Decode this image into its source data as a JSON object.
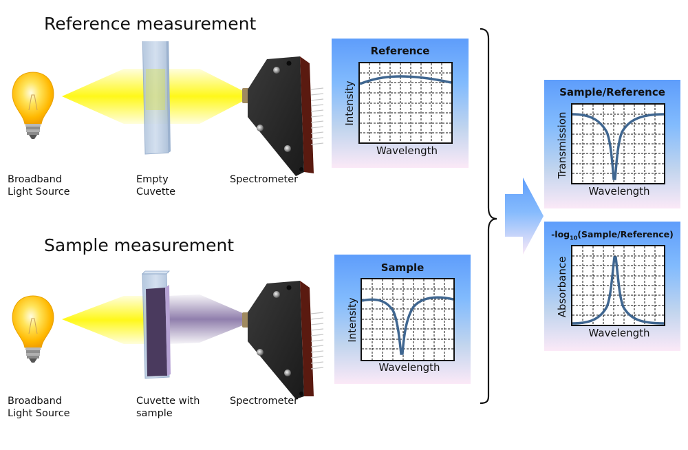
{
  "sections": {
    "reference": {
      "title": "Reference measurement",
      "labels": {
        "source": "Broadband\nLight Source",
        "cuvette": "Empty\nCuvette",
        "detector": "Spectrometer"
      }
    },
    "sample": {
      "title": "Sample measurement",
      "labels": {
        "source": "Broadband\nLight Source",
        "cuvette": "Cuvette with\nsample",
        "detector": "Spectrometer"
      }
    }
  },
  "panels": {
    "reference": {
      "title": "Reference",
      "xlabel": "Wavelength",
      "ylabel": "Intensity"
    },
    "sample": {
      "title": "Sample",
      "xlabel": "Wavelength",
      "ylabel": "Intensity"
    },
    "transmission": {
      "title": "Sample/Reference",
      "xlabel": "Wavelength",
      "ylabel": "Transmission"
    },
    "absorbance": {
      "title_prefix": "-log",
      "title_sub": "10",
      "title_suffix": "(Sample/Reference)",
      "xlabel": "Wavelength",
      "ylabel": "Absorbance"
    }
  },
  "colors": {
    "curve": "#3f6690",
    "beam_yellow": "#fff81a",
    "beam_purple": "#8a78a8",
    "sample_liquid": "#4a3a5e",
    "panel_top": "#5e9dfb",
    "panel_bottom": "#fbe9f7"
  },
  "chart_data": [
    {
      "type": "line",
      "title": "Reference",
      "xlabel": "Wavelength",
      "ylabel": "Intensity",
      "grid": true,
      "description": "broad gentle hump near top of plot",
      "x": [
        0,
        1,
        2,
        3,
        4,
        5,
        6,
        7,
        8,
        9
      ],
      "y": [
        0.74,
        0.79,
        0.82,
        0.835,
        0.84,
        0.835,
        0.82,
        0.8,
        0.78,
        0.76
      ]
    },
    {
      "type": "line",
      "title": "Sample",
      "xlabel": "Wavelength",
      "ylabel": "Intensity",
      "grid": true,
      "description": "broad hump with sharp absorption dip at center",
      "x": [
        0,
        1,
        2,
        3,
        3.6,
        4,
        4.4,
        5,
        6,
        7,
        8,
        9
      ],
      "y": [
        0.72,
        0.74,
        0.7,
        0.55,
        0.3,
        0.03,
        0.3,
        0.6,
        0.74,
        0.76,
        0.76,
        0.74
      ]
    },
    {
      "type": "line",
      "title": "Sample/Reference",
      "xlabel": "Wavelength",
      "ylabel": "Transmission",
      "grid": true,
      "description": "flat near top with sharp Lorentzian dip at center",
      "x": [
        0,
        1,
        2,
        3,
        3.6,
        4,
        4.4,
        5,
        6,
        7,
        8,
        9
      ],
      "y": [
        0.88,
        0.86,
        0.8,
        0.62,
        0.35,
        0.03,
        0.35,
        0.62,
        0.8,
        0.86,
        0.88,
        0.88
      ]
    },
    {
      "type": "line",
      "title": "-log10(Sample/Reference)",
      "xlabel": "Wavelength",
      "ylabel": "Absorbance",
      "grid": true,
      "description": "near-zero baseline with sharp Lorentzian peak at center",
      "x": [
        0,
        1,
        2,
        3,
        3.6,
        4,
        4.4,
        5,
        6,
        7,
        8,
        9
      ],
      "y": [
        0.01,
        0.03,
        0.08,
        0.22,
        0.5,
        0.88,
        0.5,
        0.22,
        0.08,
        0.03,
        0.01,
        0.01
      ]
    }
  ]
}
